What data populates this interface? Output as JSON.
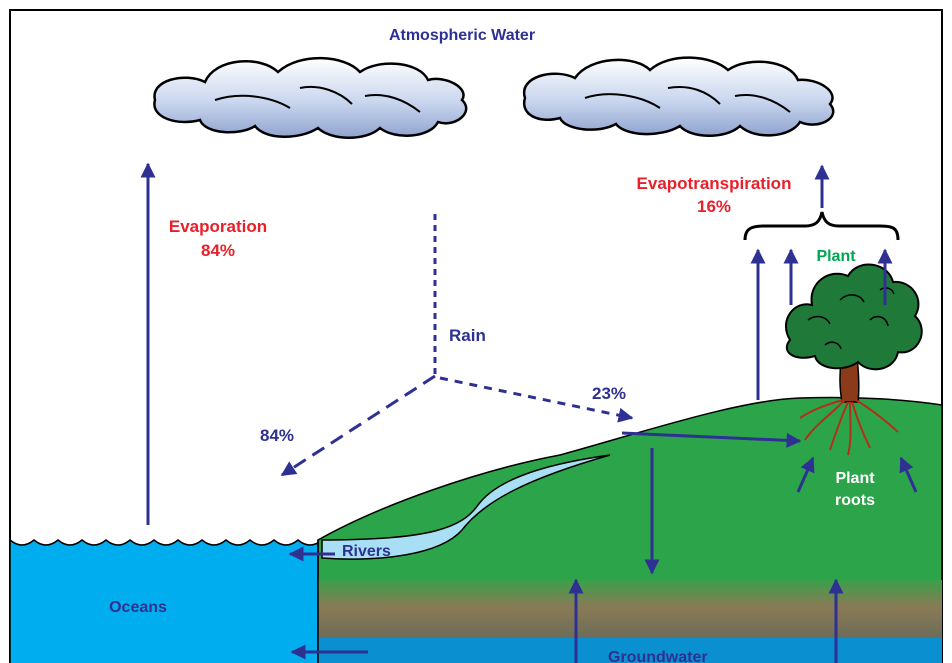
{
  "title": "Atmospheric Water",
  "labels": {
    "evaporation": "Evaporation",
    "evaporation_pct": "84%",
    "evapotranspiration": "Evapotranspiration",
    "evapotranspiration_pct": "16%",
    "plant": "Plant",
    "rain": "Rain",
    "rain_to_ocean_pct": "84%",
    "rain_to_land_pct": "23%",
    "plant_roots_line1": "Plant",
    "plant_roots_line2": "roots",
    "rivers": "Rivers",
    "oceans": "Oceans",
    "groundwater": "Groundwater"
  },
  "colors": {
    "arrow": "#2e3192",
    "red_text": "#e8202a",
    "plant_text": "#00a651",
    "ocean": "#00aeef",
    "land": "#2ca54a",
    "river": "#a9dff5",
    "cloud": "#b8c8e8"
  }
}
